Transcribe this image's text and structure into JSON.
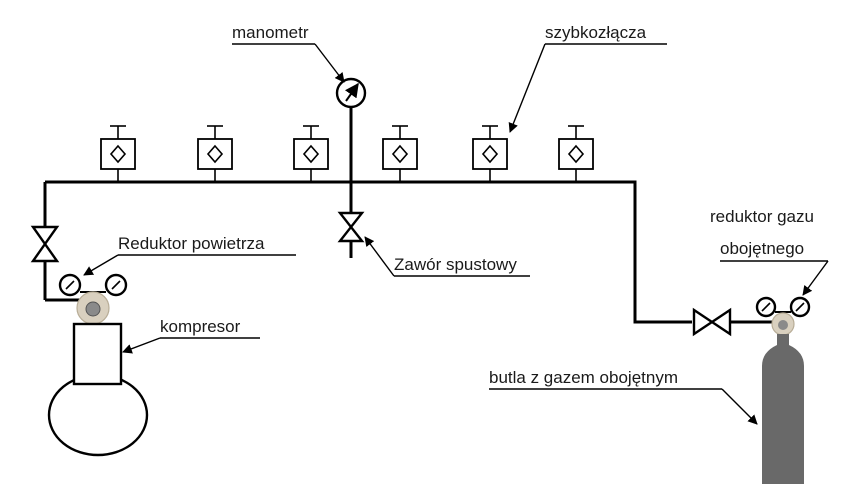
{
  "labels": {
    "manometr": "manometr",
    "szybkozlacza": "szybkozłącza",
    "reduktor_powietrza": "Reduktor powietrza",
    "zawor_spustowy": "Zawór spustowy",
    "reduktor_gazu_line1": "reduktor gazu",
    "reduktor_gazu_line2": "obojętnego",
    "kompresor": "kompresor",
    "butla": "butla z gazem obojętnym"
  },
  "colors": {
    "line": "#000000",
    "regulator_body": "#d9d0bf",
    "regulator_core": "#8a8a8a",
    "cylinder": "#696969"
  }
}
